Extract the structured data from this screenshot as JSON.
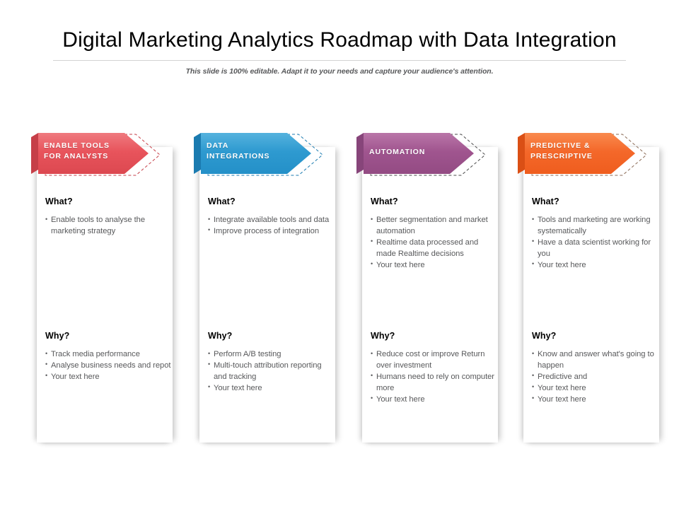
{
  "header": {
    "title": "Digital Marketing Analytics Roadmap with Data Integration",
    "subtitle": "This slide is 100% editable. Adapt it to your needs and capture your audience's attention."
  },
  "labels": {
    "what_heading": "What?",
    "why_heading": "Why?"
  },
  "columns": [
    {
      "banner_label_line1": "ENABLE  TOOLS",
      "banner_label_line2": "FOR ANALYSTS",
      "color": "#E8545C",
      "color_dark": "#C63F48",
      "color_light": "#EF7A7F",
      "what_heading": "What?",
      "what_bullets": [
        "Enable tools to analyse the marketing strategy"
      ],
      "why_heading": "Why?",
      "why_bullets": [
        "Track media performance",
        "Analyse business needs and repot",
        "Your text here"
      ]
    },
    {
      "banner_label_line1": "DATA",
      "banner_label_line2": "INTEGRATIONS",
      "color": "#2E9AD0",
      "color_dark": "#1B7BB0",
      "color_light": "#55B2DE",
      "what_heading": "What?",
      "what_bullets": [
        "Integrate available tools and data",
        "Improve process of integration"
      ],
      "why_heading": "Why?",
      "why_bullets": [
        "Perform A/B testing",
        "Multi-touch attribution reporting and tracking",
        "Your text here"
      ]
    },
    {
      "banner_label_line1": "AUTOMATION",
      "banner_label_line2": "",
      "color": "#A0558F",
      "color_dark": "#87457A",
      "color_light": "#BA76A8",
      "what_heading": "What?",
      "what_bullets": [
        "Better segmentation and market automation",
        "Realtime data processed and made Realtime decisions",
        "Your text here"
      ],
      "why_heading": "Why?",
      "why_bullets": [
        "Reduce cost or improve Return over investment",
        "Humans need to rely on computer more",
        "Your text here"
      ]
    },
    {
      "banner_label_line1": "PREDICTIVE &",
      "banner_label_line2": "PRESCRIPTIVE",
      "color": "#F4682A",
      "color_dark": "#DA4F15",
      "color_light": "#F98A4E",
      "what_heading": "What?",
      "what_bullets": [
        "Tools and marketing are working systematically",
        "Have a data scientist working for you",
        "Your text here"
      ],
      "why_heading": "Why?",
      "why_bullets": [
        "Know and answer what's going to happen",
        "Predictive and",
        "Your text here",
        "Your text here"
      ]
    }
  ]
}
